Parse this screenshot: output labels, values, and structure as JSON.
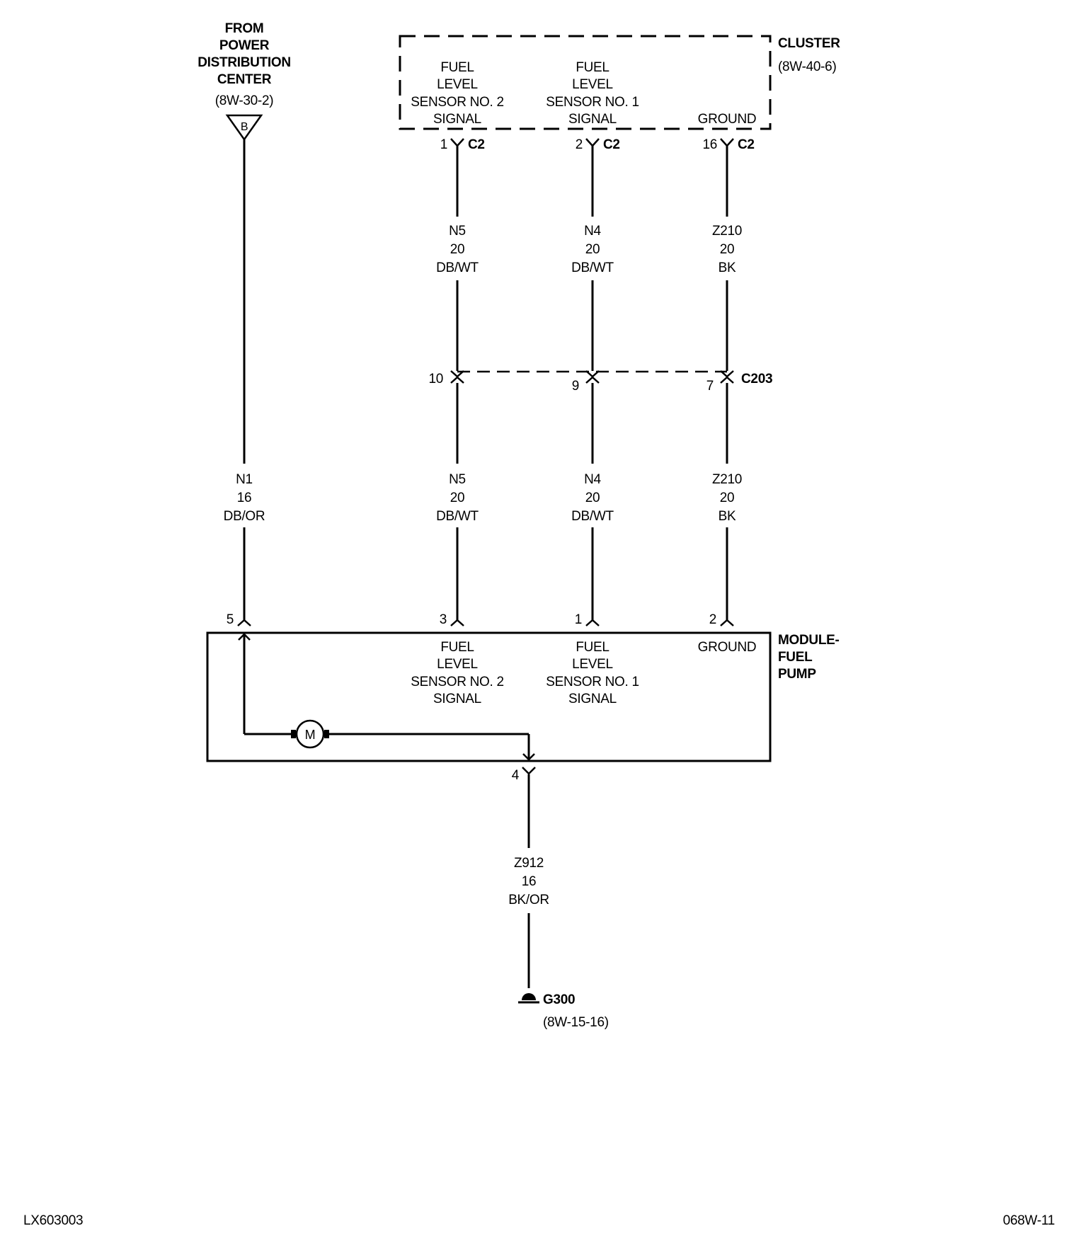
{
  "source": {
    "lines": [
      "FROM",
      "POWER",
      "DISTRIBUTION",
      "CENTER"
    ],
    "ref": "(8W-30-2)",
    "fuse_letter": "B"
  },
  "cluster": {
    "name": "CLUSTER",
    "ref": "(8W-40-6)",
    "connector": "C2",
    "pins": [
      {
        "pin": "1",
        "label": [
          "FUEL",
          "LEVEL",
          "SENSOR NO. 2",
          "SIGNAL"
        ]
      },
      {
        "pin": "2",
        "label": [
          "FUEL",
          "LEVEL",
          "SENSOR NO. 1",
          "SIGNAL"
        ]
      },
      {
        "pin": "16",
        "label": [
          "GROUND"
        ]
      }
    ]
  },
  "inline_connector": {
    "name": "C203",
    "pins": [
      "10",
      "9",
      "7"
    ]
  },
  "wires_upper": [
    {
      "circuit": "N5",
      "gauge": "20",
      "color": "DB/WT"
    },
    {
      "circuit": "N4",
      "gauge": "20",
      "color": "DB/WT"
    },
    {
      "circuit": "Z210",
      "gauge": "20",
      "color": "BK"
    }
  ],
  "wires_lower": [
    {
      "circuit": "N1",
      "gauge": "16",
      "color": "DB/OR"
    },
    {
      "circuit": "N5",
      "gauge": "20",
      "color": "DB/WT"
    },
    {
      "circuit": "N4",
      "gauge": "20",
      "color": "DB/WT"
    },
    {
      "circuit": "Z210",
      "gauge": "20",
      "color": "BK"
    }
  ],
  "module": {
    "name_lines": [
      "MODULE-",
      "FUEL",
      "PUMP"
    ],
    "pins": [
      "5",
      "3",
      "1",
      "2"
    ],
    "labels": [
      [
        "FUEL",
        "LEVEL",
        "SENSOR NO. 2",
        "SIGNAL"
      ],
      [
        "FUEL",
        "LEVEL",
        "SENSOR NO. 1",
        "SIGNAL"
      ],
      [
        "GROUND"
      ]
    ],
    "motor_symbol": "M",
    "output_pin": "4"
  },
  "ground_wire": {
    "circuit": "Z912",
    "gauge": "16",
    "color": "BK/OR"
  },
  "ground": {
    "name": "G300",
    "ref": "(8W-15-16)"
  },
  "footer": {
    "left": "LX603003",
    "right": "068W-11"
  },
  "icons": {
    "motor": "motor-icon",
    "ground": "ground-icon",
    "fuse_source": "fuse-source-icon"
  }
}
